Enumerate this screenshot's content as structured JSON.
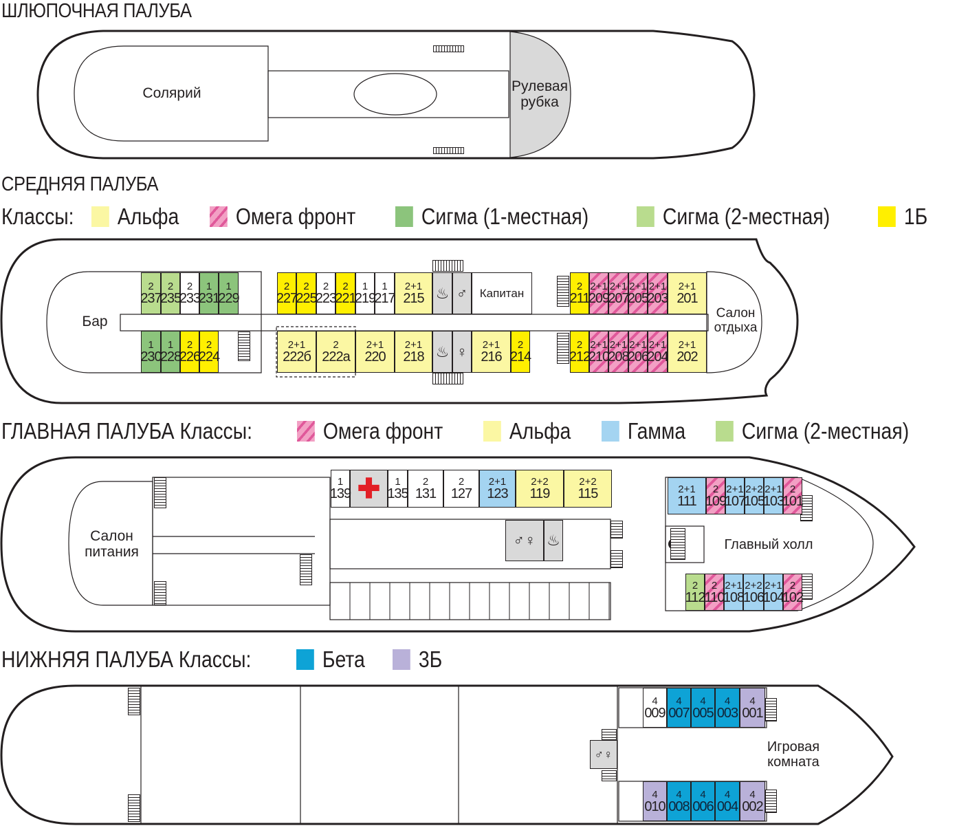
{
  "colors": {
    "alpha": "#fbf7a3",
    "omega": "#ef86b4",
    "sigma1": "#8cc47c",
    "sigma2": "#b9dc8e",
    "b1": "#ffef00",
    "gamma": "#a4d4f1",
    "beta": "#0ea3d6",
    "b3": "#b9b1d9",
    "service": "#d9d9d9"
  },
  "boat": {
    "title": "ШЛЮПОЧНАЯ ПАЛУБА",
    "solarium": "Солярий",
    "wheelhouse_1": "Рулевая",
    "wheelhouse_2": "рубка"
  },
  "middle": {
    "title": "СРЕДНЯЯ ПАЛУБА",
    "legend_prefix": "Классы:",
    "legend": [
      {
        "label": "Альфа",
        "color": "alpha"
      },
      {
        "label": "Омега фронт",
        "color": "omega"
      },
      {
        "label": "Сигма (1-местная)",
        "color": "sigma1"
      },
      {
        "label": "Сигма (2-местная)",
        "color": "sigma2"
      },
      {
        "label": "1Б",
        "color": "b1"
      }
    ],
    "bar": "Бар",
    "captain": "Капитан",
    "lounge_1": "Салон",
    "lounge_2": "отдыха",
    "cabins": [
      {
        "cap": "2",
        "num": "237",
        "cls": "sigma2"
      },
      {
        "cap": "2",
        "num": "235",
        "cls": "sigma2"
      },
      {
        "cap": "2",
        "num": "233",
        "cls": "none"
      },
      {
        "cap": "1",
        "num": "231",
        "cls": "sigma1"
      },
      {
        "cap": "1",
        "num": "229",
        "cls": "sigma1"
      },
      {
        "cap": "2",
        "num": "227",
        "cls": "b1"
      },
      {
        "cap": "2",
        "num": "225",
        "cls": "b1"
      },
      {
        "cap": "2",
        "num": "223",
        "cls": "none"
      },
      {
        "cap": "2",
        "num": "221",
        "cls": "b1"
      },
      {
        "cap": "1",
        "num": "219",
        "cls": "none"
      },
      {
        "cap": "1",
        "num": "217",
        "cls": "none"
      },
      {
        "cap": "2+1",
        "num": "215",
        "cls": "alpha"
      },
      {
        "cap": "2",
        "num": "211",
        "cls": "b1"
      },
      {
        "cap": "2+1",
        "num": "209",
        "cls": "omega"
      },
      {
        "cap": "2+1",
        "num": "207",
        "cls": "omega"
      },
      {
        "cap": "2+1",
        "num": "205",
        "cls": "omega"
      },
      {
        "cap": "2+1",
        "num": "203",
        "cls": "omega"
      },
      {
        "cap": "2+1",
        "num": "201",
        "cls": "alpha"
      },
      {
        "cap": "1",
        "num": "230",
        "cls": "sigma1"
      },
      {
        "cap": "1",
        "num": "228",
        "cls": "sigma1"
      },
      {
        "cap": "2",
        "num": "226",
        "cls": "b1"
      },
      {
        "cap": "2",
        "num": "224",
        "cls": "b1"
      },
      {
        "cap": "2+1",
        "num": "222б",
        "cls": "alpha"
      },
      {
        "cap": "2",
        "num": "222а",
        "cls": "alpha"
      },
      {
        "cap": "2+1",
        "num": "220",
        "cls": "alpha"
      },
      {
        "cap": "2+1",
        "num": "218",
        "cls": "alpha"
      },
      {
        "cap": "2+1",
        "num": "216",
        "cls": "alpha"
      },
      {
        "cap": "2",
        "num": "214",
        "cls": "b1"
      },
      {
        "cap": "2",
        "num": "212",
        "cls": "b1"
      },
      {
        "cap": "2+1",
        "num": "210",
        "cls": "omega"
      },
      {
        "cap": "2+1",
        "num": "208",
        "cls": "omega"
      },
      {
        "cap": "2+1",
        "num": "206",
        "cls": "omega"
      },
      {
        "cap": "2+1",
        "num": "204",
        "cls": "omega"
      },
      {
        "cap": "2+1",
        "num": "202",
        "cls": "alpha"
      }
    ]
  },
  "main": {
    "title": "ГЛАВНАЯ ПАЛУБА Классы:",
    "legend": [
      {
        "label": "Омега фронт",
        "color": "omega"
      },
      {
        "label": "Альфа",
        "color": "alpha"
      },
      {
        "label": "Гамма",
        "color": "gamma"
      },
      {
        "label": "Сигма (2-местная)",
        "color": "sigma2"
      }
    ],
    "dining_1": "Салон",
    "dining_2": "питания",
    "hall": "Главный холл",
    "cabins": [
      {
        "cap": "1",
        "num": "139",
        "cls": "none"
      },
      {
        "cap": "1",
        "num": "135",
        "cls": "none"
      },
      {
        "cap": "2",
        "num": "131",
        "cls": "none"
      },
      {
        "cap": "2",
        "num": "127",
        "cls": "none"
      },
      {
        "cap": "2+1",
        "num": "123",
        "cls": "gamma"
      },
      {
        "cap": "2+2",
        "num": "119",
        "cls": "alpha"
      },
      {
        "cap": "2+2",
        "num": "115",
        "cls": "alpha"
      },
      {
        "cap": "2+1",
        "num": "111",
        "cls": "gamma"
      },
      {
        "cap": "2",
        "num": "109",
        "cls": "omega"
      },
      {
        "cap": "2+1",
        "num": "107",
        "cls": "gamma"
      },
      {
        "cap": "2+2",
        "num": "105",
        "cls": "gamma"
      },
      {
        "cap": "2+1",
        "num": "103",
        "cls": "gamma"
      },
      {
        "cap": "2",
        "num": "101",
        "cls": "omega"
      },
      {
        "cap": "2",
        "num": "112",
        "cls": "sigma2"
      },
      {
        "cap": "2",
        "num": "110",
        "cls": "omega"
      },
      {
        "cap": "2+1",
        "num": "108",
        "cls": "gamma"
      },
      {
        "cap": "2+2",
        "num": "106",
        "cls": "gamma"
      },
      {
        "cap": "2+1",
        "num": "104",
        "cls": "gamma"
      },
      {
        "cap": "2",
        "num": "102",
        "cls": "omega"
      }
    ]
  },
  "lower": {
    "title": "НИЖНЯЯ ПАЛУБА Классы:",
    "legend": [
      {
        "label": "Бета",
        "color": "beta"
      },
      {
        "label": "3Б",
        "color": "b3"
      }
    ],
    "game_1": "Игровая",
    "game_2": "комната",
    "cabins": [
      {
        "cap": "4",
        "num": "009",
        "cls": "none"
      },
      {
        "cap": "4",
        "num": "007",
        "cls": "beta"
      },
      {
        "cap": "4",
        "num": "005",
        "cls": "beta"
      },
      {
        "cap": "4",
        "num": "003",
        "cls": "beta"
      },
      {
        "cap": "4",
        "num": "001",
        "cls": "b3"
      },
      {
        "cap": "4",
        "num": "010",
        "cls": "b3"
      },
      {
        "cap": "4",
        "num": "008",
        "cls": "beta"
      },
      {
        "cap": "4",
        "num": "006",
        "cls": "beta"
      },
      {
        "cap": "4",
        "num": "004",
        "cls": "beta"
      },
      {
        "cap": "4",
        "num": "002",
        "cls": "b3"
      }
    ]
  }
}
